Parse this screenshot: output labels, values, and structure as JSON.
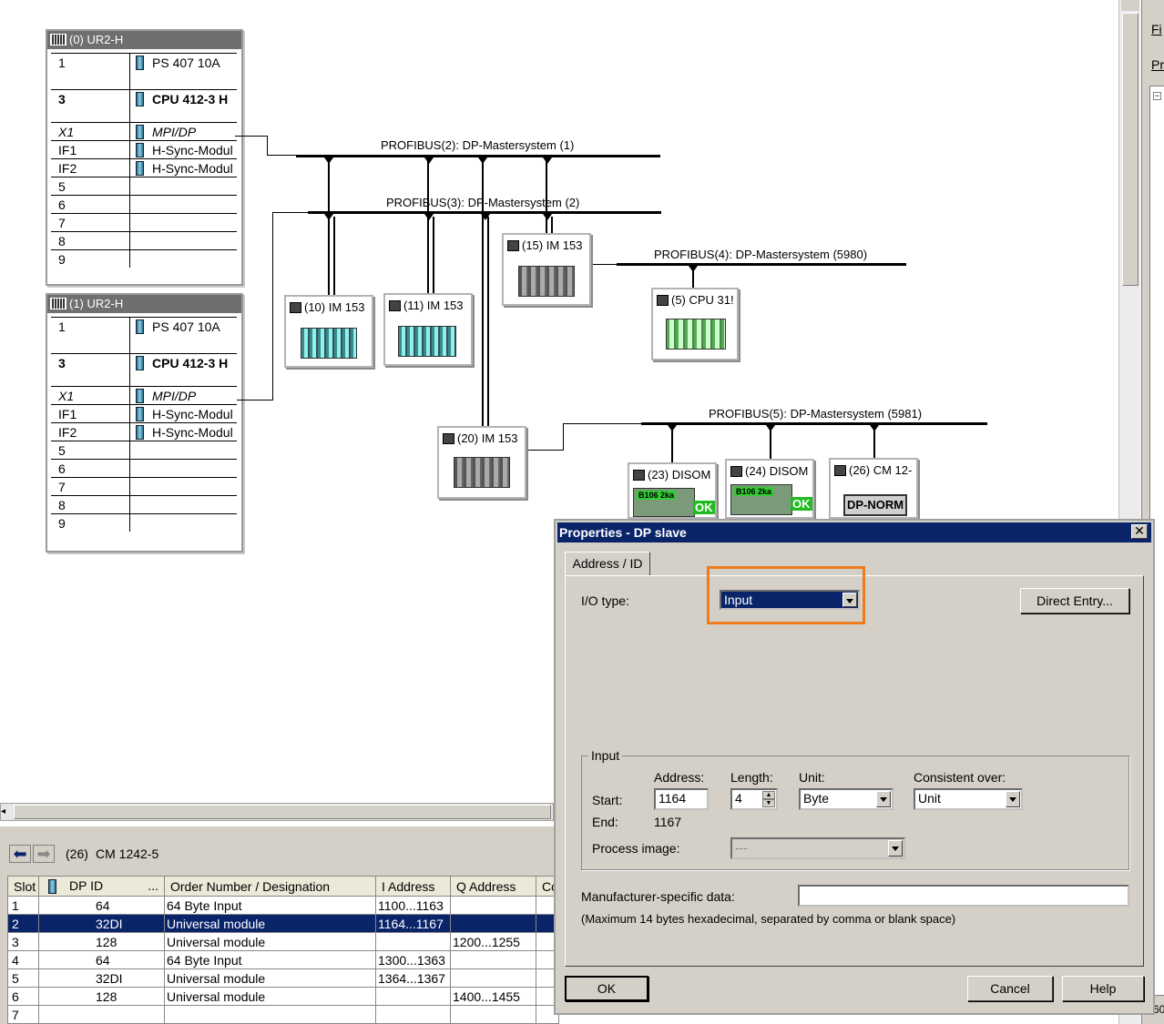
{
  "racks": [
    {
      "title": "(0) UR2-H",
      "rows": [
        {
          "slot": "1",
          "module": "PS 407 10A",
          "bold": false,
          "italic": false
        },
        {
          "slot": "3",
          "module": "CPU 412-3 H",
          "bold": true,
          "italic": false
        },
        {
          "slot": "X1",
          "module": "MPI/DP",
          "bold": false,
          "italic": true
        },
        {
          "slot": "IF1",
          "module": "H-Sync-Modul",
          "bold": false,
          "italic": false
        },
        {
          "slot": "IF2",
          "module": "H-Sync-Modul",
          "bold": false,
          "italic": false
        },
        {
          "slot": "5",
          "module": ""
        },
        {
          "slot": "6",
          "module": ""
        },
        {
          "slot": "7",
          "module": ""
        },
        {
          "slot": "8",
          "module": ""
        },
        {
          "slot": "9",
          "module": ""
        }
      ]
    },
    {
      "title": "(1) UR2-H",
      "rows": [
        {
          "slot": "1",
          "module": "PS 407 10A",
          "bold": false,
          "italic": false
        },
        {
          "slot": "3",
          "module": "CPU 412-3 H",
          "bold": true,
          "italic": false
        },
        {
          "slot": "X1",
          "module": "MPI/DP",
          "bold": false,
          "italic": true
        },
        {
          "slot": "IF1",
          "module": "H-Sync-Modul",
          "bold": false,
          "italic": false
        },
        {
          "slot": "IF2",
          "module": "H-Sync-Modul",
          "bold": false,
          "italic": false
        },
        {
          "slot": "5",
          "module": ""
        },
        {
          "slot": "6",
          "module": ""
        },
        {
          "slot": "7",
          "module": ""
        },
        {
          "slot": "8",
          "module": ""
        },
        {
          "slot": "9",
          "module": ""
        }
      ]
    }
  ],
  "buses": {
    "b2": "PROFIBUS(2): DP-Mastersystem (1)",
    "b3": "PROFIBUS(3): DP-Mastersystem (2)",
    "b4": "PROFIBUS(4): DP-Mastersystem (5980)",
    "b5": "PROFIBUS(5): DP-Mastersystem (5981)"
  },
  "devices": {
    "d10": "(10) IM 153",
    "d11": "(11) IM 153",
    "d15": "(15) IM 153",
    "d5": "(5) CPU 31!",
    "d20": "(20) IM 153",
    "d23": "(23) DISOM",
    "d24": "(24) DISOM",
    "d26": "(26) CM 12-",
    "disom_model": "B106 2ka",
    "ok": "OK",
    "dpnorm": "DP-NORM"
  },
  "side": {
    "m1": "Fi",
    "m2": "Pr",
    "m3": "60"
  },
  "panel": {
    "station_num": "(26)",
    "station_name": "CM 1242-5",
    "columns": [
      "Slot",
      "DP ID",
      "Order Number / Designation",
      "I Address",
      "Q Address",
      "Co"
    ],
    "rows": [
      {
        "slot": "1",
        "dpid": "64",
        "order": "64 Byte Input",
        "iaddr": "1100...1163",
        "qaddr": ""
      },
      {
        "slot": "2",
        "dpid": "32DI",
        "order": "Universal module",
        "iaddr": "1164...1167",
        "qaddr": ""
      },
      {
        "slot": "3",
        "dpid": "128",
        "order": "Universal module",
        "iaddr": "",
        "qaddr": "1200...1255"
      },
      {
        "slot": "4",
        "dpid": "64",
        "order": "64 Byte Input",
        "iaddr": "1300...1363",
        "qaddr": ""
      },
      {
        "slot": "5",
        "dpid": "32DI",
        "order": "Universal module",
        "iaddr": "1364...1367",
        "qaddr": ""
      },
      {
        "slot": "6",
        "dpid": "128",
        "order": "Universal module",
        "iaddr": "",
        "qaddr": "1400...1455"
      },
      {
        "slot": "7",
        "dpid": "",
        "order": "",
        "iaddr": "",
        "qaddr": ""
      }
    ]
  },
  "dialog": {
    "title": "Properties - DP slave",
    "close": "✕",
    "tab": "Address / ID",
    "io_type_label": "I/O type:",
    "io_type_value": "Input",
    "direct_entry": "Direct Entry...",
    "input_group": "Input",
    "address_label": "Address:",
    "length_label": "Length:",
    "unit_label": "Unit:",
    "consistent_label": "Consistent over:",
    "start_label": "Start:",
    "start_value": "1164",
    "length_value": "4",
    "unit_value": "Byte",
    "consistent_value": "Unit",
    "end_label": "End:",
    "end_value": "1167",
    "process_image_label": "Process image:",
    "process_image_value": "---",
    "mfr_label": "Manufacturer-specific data:",
    "mfr_value": "",
    "mfr_hint": "(Maximum 14 bytes hexadecimal, separated by comma or blank space)",
    "ok": "OK",
    "cancel": "Cancel",
    "help": "Help"
  },
  "highlight_color": "#f07b1c"
}
